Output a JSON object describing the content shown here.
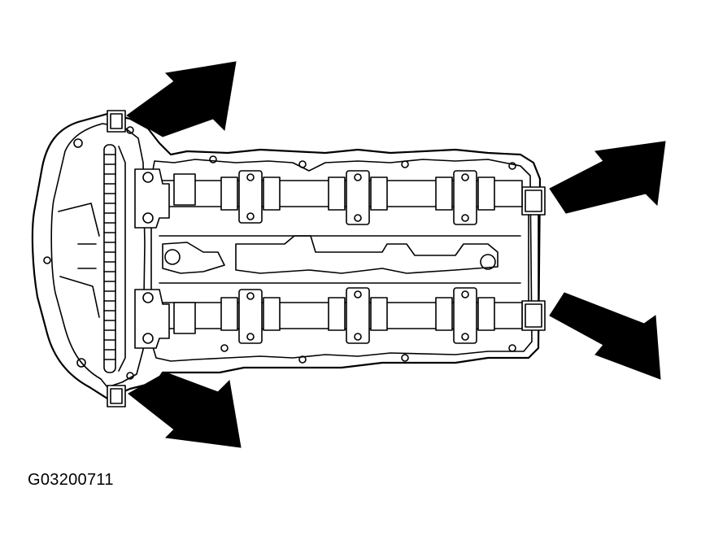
{
  "figure": {
    "code": "G03200711"
  },
  "colors": {
    "line": "#000000",
    "background": "#ffffff"
  },
  "callouts": {
    "count": 4,
    "shape": "arrow"
  }
}
